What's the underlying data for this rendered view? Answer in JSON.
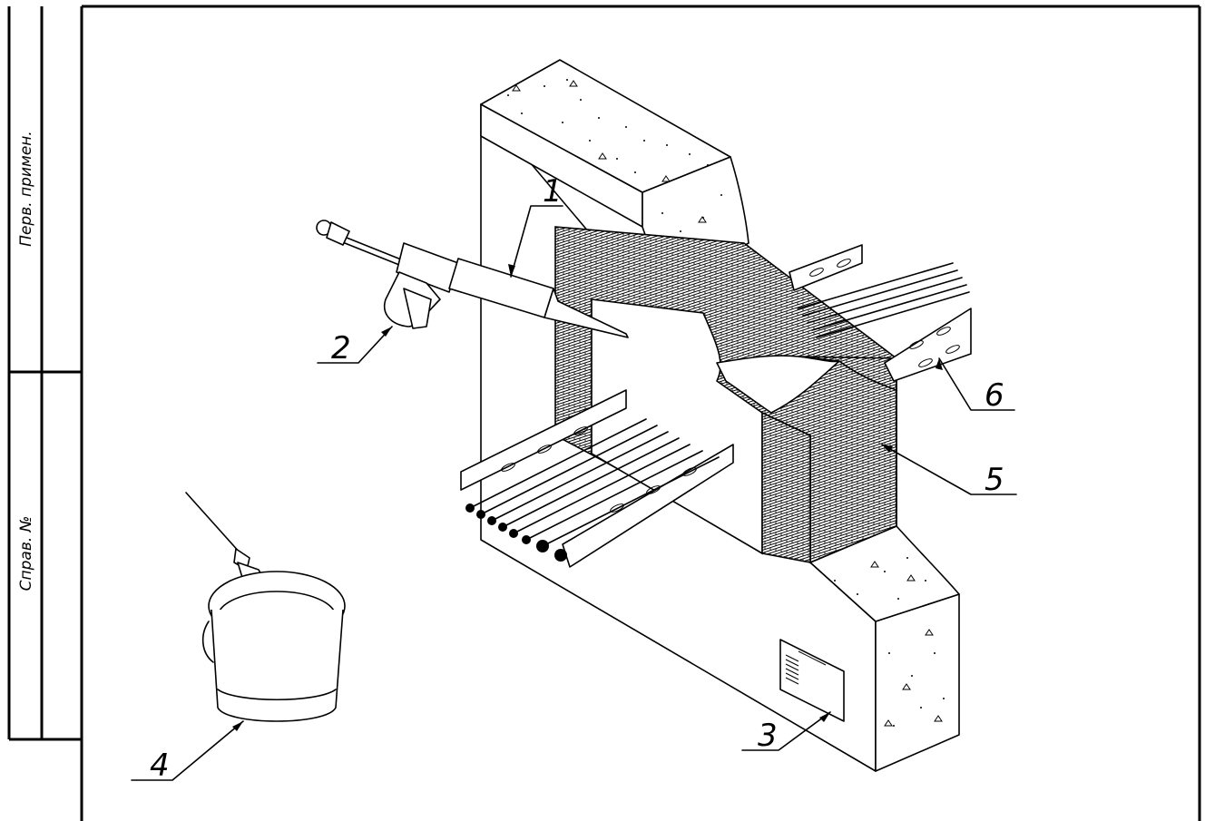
{
  "stamp": {
    "perv_primen": "Перв. примен.",
    "sprav_no": "Справ. №"
  },
  "callouts": [
    {
      "id": "1",
      "label": "1"
    },
    {
      "id": "2",
      "label": "2"
    },
    {
      "id": "3",
      "label": "3"
    },
    {
      "id": "4",
      "label": "4"
    },
    {
      "id": "5",
      "label": "5"
    },
    {
      "id": "6",
      "label": "6"
    }
  ],
  "colors": {
    "ink": "#000000",
    "paper": "#ffffff"
  }
}
